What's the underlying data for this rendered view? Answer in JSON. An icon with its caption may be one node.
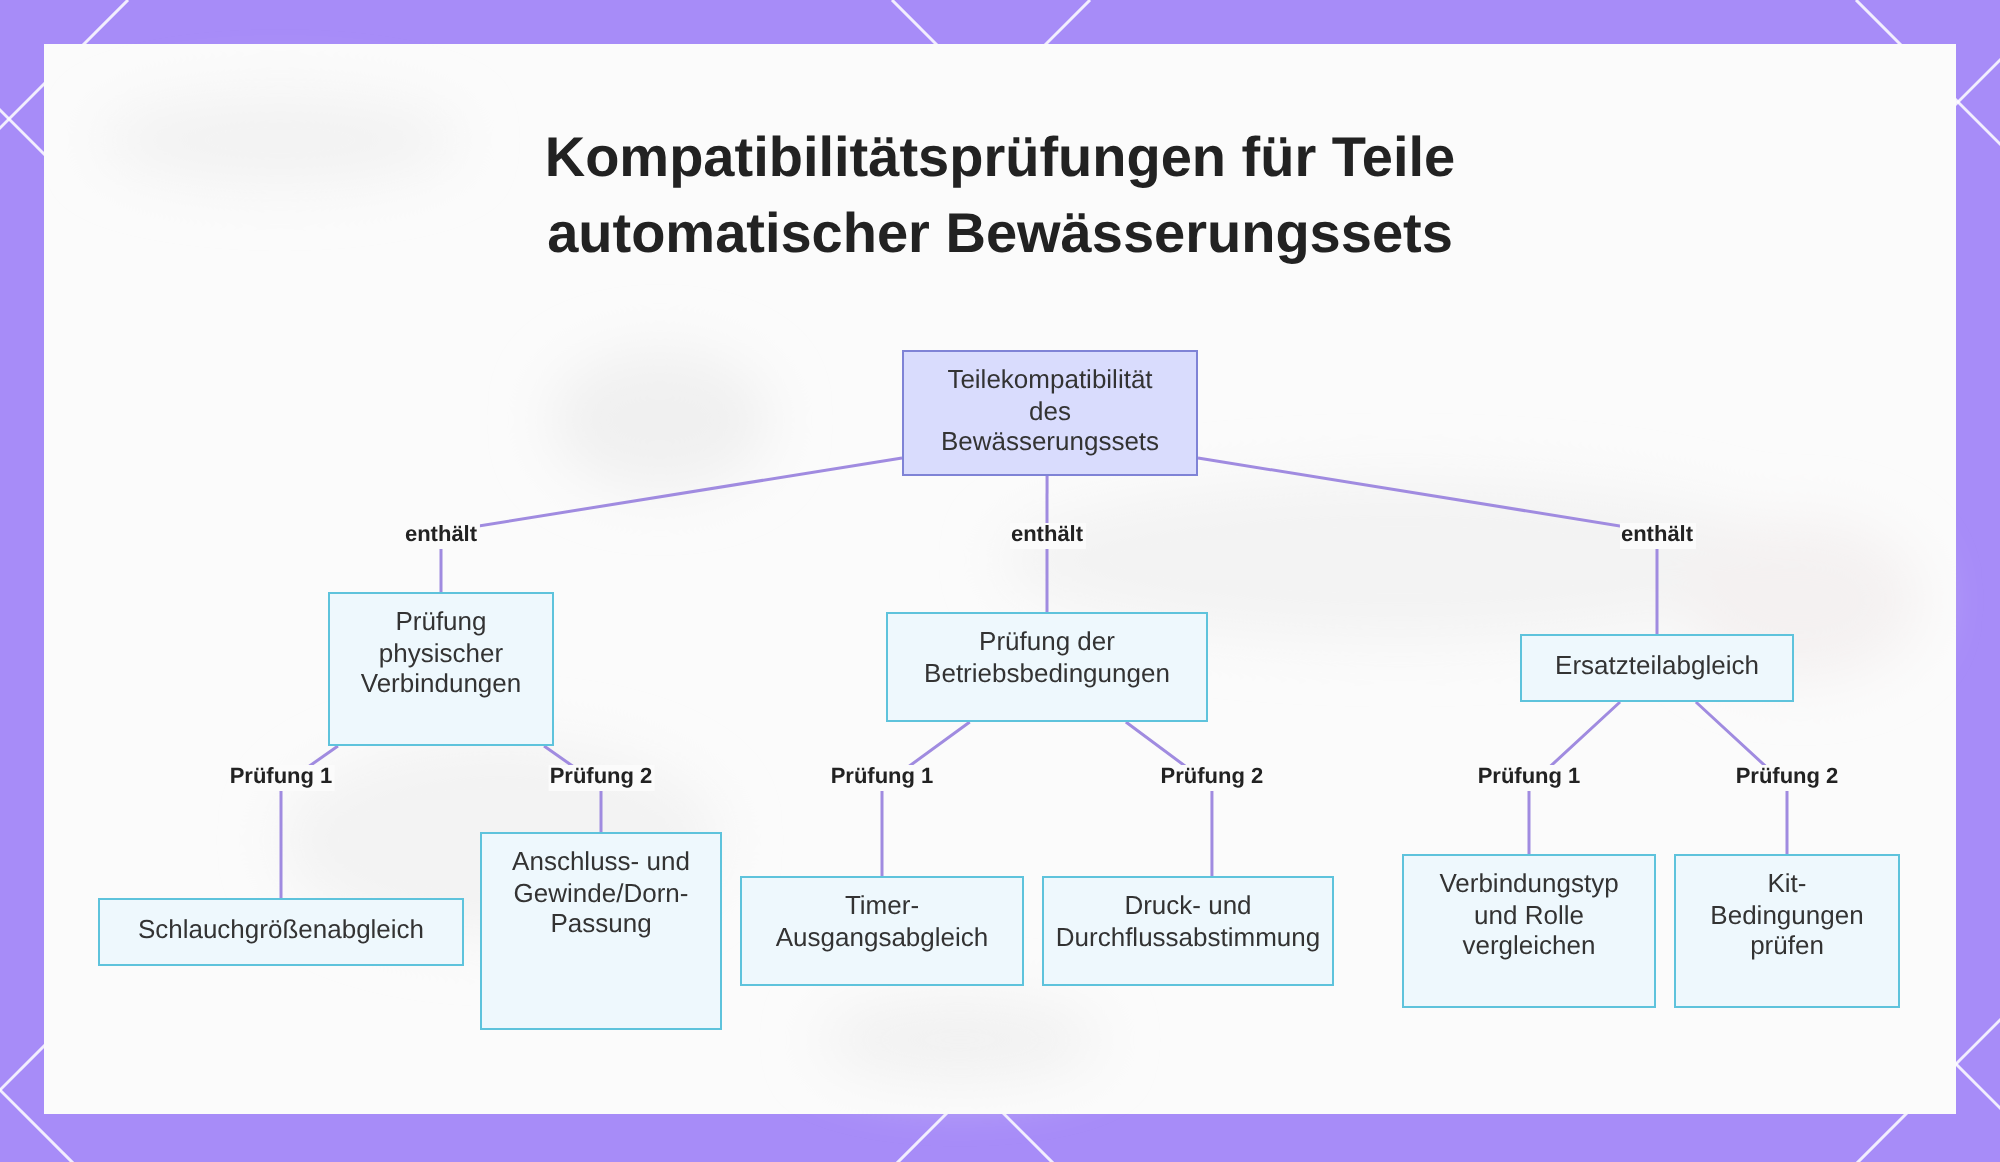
{
  "diagram": {
    "title": "Kompatibilitätsprüfungen für Teile automatischer Bewässerungssets",
    "nodes": [
      {
        "text": [
          "Teilekompatibilität des Bewässerungssets"
        ]
      },
      {
        "text": [
          "Prüfung physischer Verbindungen"
        ]
      },
      {
        "text": [
          "Prüfung der Betriebsbedingungen"
        ]
      },
      {
        "text": [
          "Ersatzteilabgleich"
        ]
      },
      {
        "text": [
          "Schlauchgrößenabgleich"
        ]
      },
      {
        "text": [
          "Anschluss- und Gewinde/Dorn-Passung"
        ]
      },
      {
        "text": [
          "Timer-Ausgangsabgleich"
        ]
      },
      {
        "text": [
          "Druck- und Durchflussabstimmung"
        ]
      },
      {
        "text": [
          "Verbindungstyp und Rolle vergleichen"
        ]
      },
      {
        "text": [
          "Kit-Bedingungen prüfen"
        ]
      }
    ],
    "edges": [
      {
        "from": 0,
        "to": 1,
        "arrow": "none",
        "label": "enthält"
      },
      {
        "from": 0,
        "to": 2,
        "arrow": "none",
        "label": "enthält"
      },
      {
        "from": 0,
        "to": 3,
        "arrow": "none",
        "label": "enthält"
      },
      {
        "from": 1,
        "to": 4,
        "arrow": "none",
        "label": "Prüfung 1"
      },
      {
        "from": 1,
        "to": 5,
        "arrow": "none",
        "label": "Prüfung 2"
      },
      {
        "from": 2,
        "to": 6,
        "arrow": "none",
        "label": "Prüfung 1"
      },
      {
        "from": 2,
        "to": 7,
        "arrow": "none",
        "label": "Prüfung 2"
      },
      {
        "from": 3,
        "to": 8,
        "arrow": "none",
        "label": "Prüfung 1"
      },
      {
        "from": 3,
        "to": 9,
        "arrow": "none",
        "label": "Prüfung 2"
      }
    ]
  }
}
